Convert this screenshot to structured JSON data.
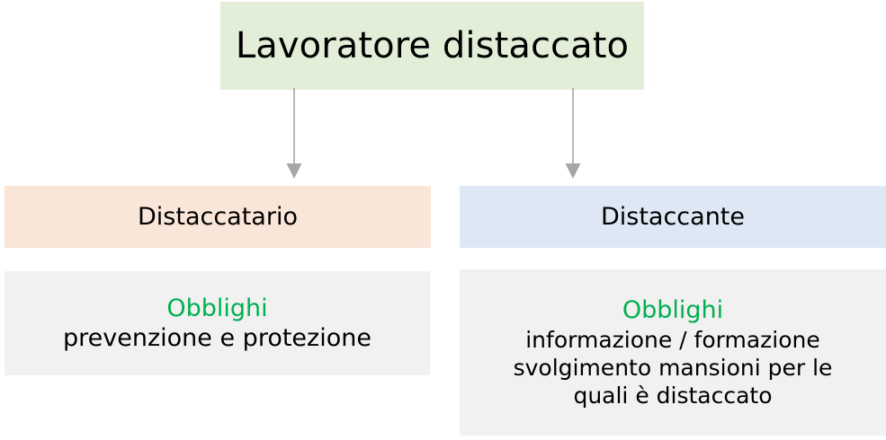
{
  "diagram": {
    "type": "hierarchy-flowchart",
    "orientation": "top-down",
    "colors": {
      "root_box": "#E2EED8",
      "host_box": "#FAE5D9",
      "sender_box": "#DDE8F4",
      "duties_box": "#F1F1F1",
      "duties_heading_text": "#00B050",
      "body_text": "#000000",
      "connector": "#A6A6A6",
      "canvas": "#FFFFFF"
    },
    "root": {
      "label": "Lavoratore distaccato"
    },
    "branches": [
      {
        "id": "host",
        "role_label": "Distaccatario",
        "duties_heading": "Obblighi",
        "duties_body": "prevenzione e protezione"
      },
      {
        "id": "sender",
        "role_label": "Distaccante",
        "duties_heading": "Obblighi",
        "duties_body": "informazione / formazione\nsvolgimento mansioni per le\nquali è distaccato"
      }
    ],
    "connectors": [
      {
        "id": "root-to-host",
        "from": "root",
        "to": "host",
        "style": "arrow-down"
      },
      {
        "id": "root-to-sender",
        "from": "root",
        "to": "sender",
        "style": "arrow-down"
      }
    ]
  }
}
